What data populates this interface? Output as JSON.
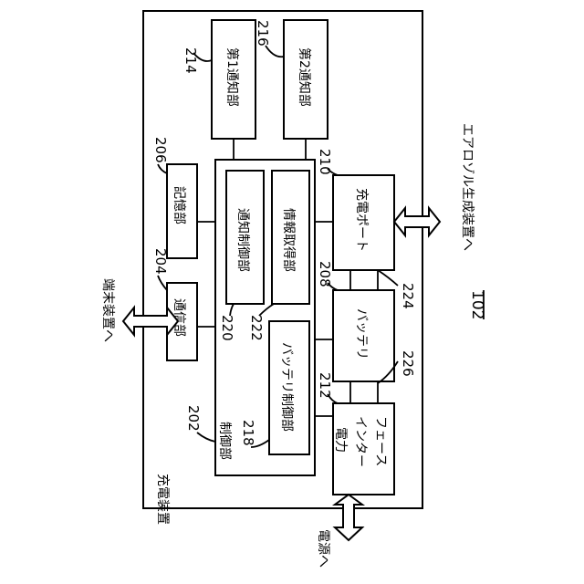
{
  "device": {
    "label": "充電装置",
    "ref": "102"
  },
  "blocks": {
    "control": {
      "label": "制御部",
      "ref": "202"
    },
    "communication": {
      "label": "通信部",
      "ref": "204"
    },
    "storage": {
      "label": "記憶部",
      "ref": "206"
    },
    "battery": {
      "label": "バッテリ",
      "ref": "208"
    },
    "charge_port": {
      "label": "充電ポート",
      "ref": "210"
    },
    "power_interface": {
      "lines": [
        "電力",
        "インター",
        "フェース"
      ],
      "ref": "212"
    },
    "notifier1": {
      "label": "第1通知部",
      "ref": "214"
    },
    "notifier2": {
      "label": "第2通知部",
      "ref": "216"
    },
    "battery_controller": {
      "label": "バッテリ制御部",
      "ref": "218"
    },
    "notify_controller": {
      "label": "通知制御部",
      "ref": "220"
    },
    "info_acquirer": {
      "label": "情報取得部",
      "ref": "222"
    }
  },
  "connections": {
    "line224": "224",
    "line226": "226"
  },
  "external": {
    "terminal": "端末装置へ",
    "aerosol": "エアロゾル生成装置へ",
    "power_source": "電源へ"
  }
}
